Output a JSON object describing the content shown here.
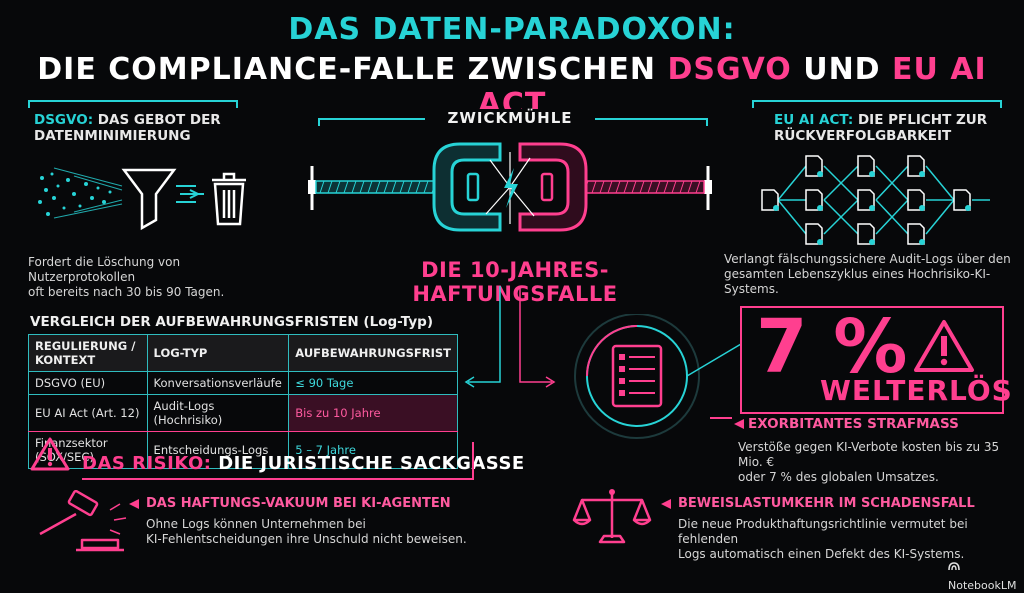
{
  "header": {
    "line1": "DAS DATEN-PARADOXON:",
    "line2_prefix": "DIE COMPLIANCE-FALLE ZWISCHEN ",
    "line2_dsgvo": "DSGVO",
    "line2_und": " UND ",
    "line2_euai": "EU AI ACT"
  },
  "left_panel": {
    "title_cyan": "DSGVO:",
    "title_rest": " DAS GEBOT DER",
    "title_line2": "DATENMINIMIERUNG",
    "text_line1": "Fordert die Löschung von Nutzerprotokollen",
    "text_line2": "oft bereits nach 30 bis 90 Tagen."
  },
  "center": {
    "label": "ZWICKMÜHLE",
    "trap": "DIE 10-JAHRES-HAFTUNGSFALLE"
  },
  "right_panel": {
    "title_cyan": "EU AI ACT:",
    "title_rest": " DIE PFLICHT ZUR",
    "title_line2": "RÜCKVERFOLGBARKEIT",
    "text_line1": "Verlangt fälschungssichere Audit-Logs über den",
    "text_line2": "gesamten Lebenszyklus eines Hochrisiko-KI-Systems."
  },
  "table": {
    "title": "VERGLEICH DER AUFBEWAHRUNGSFRISTEN (Log-Typ)",
    "headers": [
      "REGULIERUNG / KONTEXT",
      "LOG-TYP",
      "AUFBEWAHRUNGSFRIST"
    ],
    "rows": [
      [
        "DSGVO (EU)",
        "Konversationsverläufe",
        "≤ 90 Tage"
      ],
      [
        "EU AI Act (Art. 12)",
        "Audit-Logs (Hochrisiko)",
        "Bis zu 10 Jahre"
      ],
      [
        "Finanzsektor (SOX/SEC)",
        "Entscheidungs-Logs",
        "5 – 7 Jahre"
      ]
    ]
  },
  "risk": {
    "label_pink": "DAS RISIKO:",
    "label_white": " DIE JURISTISCHE SACKGASSE"
  },
  "penalty": {
    "value": "7 %",
    "label": "WELTERLÖS",
    "title": "EXORBITANTES STRAFMASS",
    "text_line1": "Verstöße gegen KI-Verbote kosten bis zu 35 Mio. €",
    "text_line2": "oder 7 % des globalen Umsatzes."
  },
  "vacuum": {
    "title": "DAS HAFTUNGS-VAKUUM BEI KI-AGENTEN",
    "text_line1": "Ohne Logs können Unternehmen bei",
    "text_line2": "KI-Fehlentscheidungen ihre Unschuld nicht beweisen."
  },
  "burden": {
    "title": "BEWEISLASTUMKEHR IM SCHADENSFALL",
    "text_line1": "Die neue Produkthaftungsrichtlinie vermutet bei fehlenden",
    "text_line2": "Logs automatisch einen Defekt des KI-Systems."
  },
  "brand": "NotebookLM",
  "colors": {
    "cyan": "#27d3d6",
    "pink": "#ff3f8f",
    "background": "#07080a"
  }
}
